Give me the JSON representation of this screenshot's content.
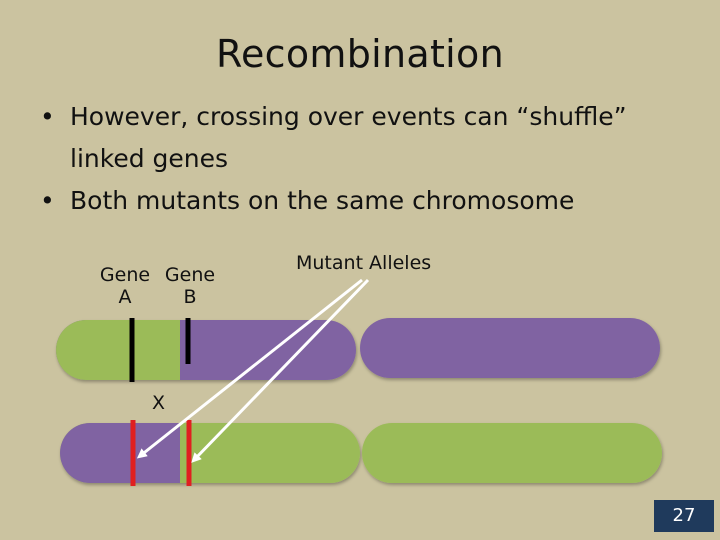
{
  "slide": {
    "title": "Recombination",
    "bullets": [
      "However, crossing over events can “shuffle” linked genes",
      "Both mutants on the same chromosome"
    ],
    "bullet_symbol": "•"
  },
  "diagram": {
    "gene_a_label_line1": "Gene",
    "gene_a_label_line2": "A",
    "gene_b_label_line1": "Gene",
    "gene_b_label_line2": "B",
    "mutant_alleles_label": "Mutant Alleles",
    "crossover_label": "X",
    "colors": {
      "green": "#9bbb59",
      "purple": "#8064a2",
      "marker_normal": "#000000",
      "mutant_marker": "#e02020",
      "arrow": "#ffffff"
    }
  },
  "footer": {
    "slide_number": "27"
  }
}
